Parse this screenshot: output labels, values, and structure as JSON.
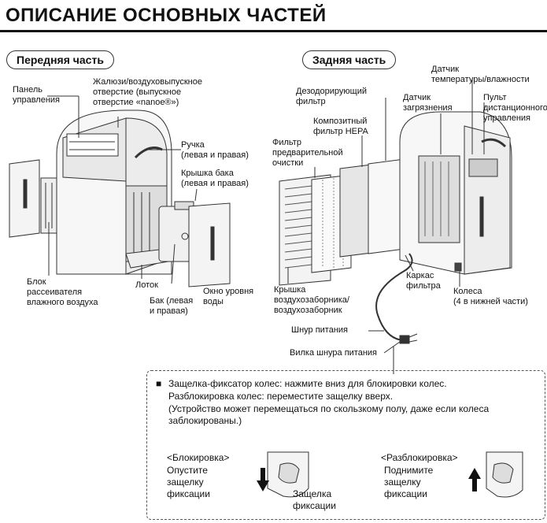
{
  "title": "ОПИСАНИЕ ОСНОВНЫХ ЧАСТЕЙ",
  "front": {
    "heading": "Передняя часть",
    "labels": {
      "control_panel": "Панель\nуправления",
      "louver": "Жалюзи/воздуховыпускное\nотверстие (выпускное\nотверстие «nanoe®»)",
      "handle": "Ручка\n(левая и правая)",
      "tank_cover": "Крышка бака\n(левая и правая)",
      "humidifier_unit": "Блок\nрассеивателя\nвлажного воздуха",
      "tray": "Лоток",
      "tank": "Бак (левая\nи правая)",
      "water_window": "Окно уровня\nводы"
    }
  },
  "rear": {
    "heading": "Задняя часть",
    "labels": {
      "sensor_temp": "Датчик\nтемпературы/влажности",
      "deodor_filter": "Дезодорирующий\nфильтр",
      "dust_sensor": "Датчик\nзагрязнения",
      "remote_receiver": "Пульт\nдистанционного\nуправления",
      "hepa": "Композитный\nфильтр HEPA",
      "prefilter": "Фильтр\nпредварительной\nочистки",
      "intake_cover": "Крышка\nвоздухозаборника/\nвоздухозаборник",
      "filter_frame": "Каркас\nфильтра",
      "wheels": "Колеса\n(4 в нижней части)",
      "power_cord": "Шнур питания",
      "power_plug": "Вилка шнура питания"
    }
  },
  "note": {
    "bullet": "■",
    "line1": "Защелка-фиксатор колес: нажмите вниз для блокировки колес.",
    "line2": "Разблокировка колес: переместите защелку вверх.",
    "line3": "(Устройство может перемещаться по скользкому полу, даже если колеса\nзаблокированы.)",
    "lock_title": "<Блокировка>",
    "lock_text": "Опустите\nзащелку\nфиксации",
    "lock_callout": "Защелка\nфиксации",
    "unlock_title": "<Разблокировка>",
    "unlock_text": "Поднимите\nзащелку\nфиксации"
  }
}
